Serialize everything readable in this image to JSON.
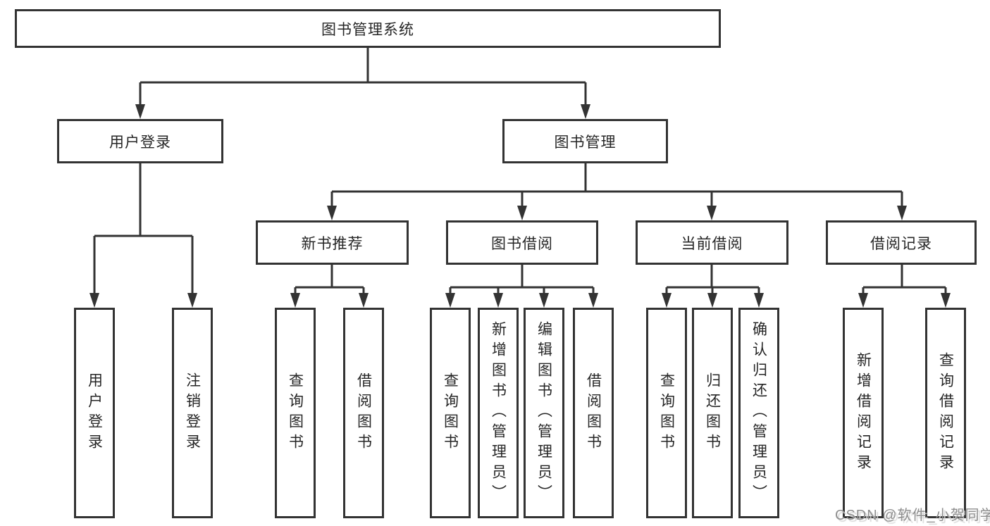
{
  "diagram": {
    "root": {
      "label": "图书管理系统"
    },
    "level2": {
      "user_login": {
        "label": "用户登录"
      },
      "book_management": {
        "label": "图书管理"
      }
    },
    "level3": {
      "new_books": {
        "label": "新书推荐"
      },
      "book_borrowing": {
        "label": "图书借阅"
      },
      "current_borrowing": {
        "label": "当前借阅"
      },
      "borrowing_records": {
        "label": "借阅记录"
      }
    },
    "leaves": {
      "user_login": [
        "用户登录",
        "注销登录"
      ],
      "new_books": [
        "查询图书",
        "借阅图书"
      ],
      "book_borrowing": [
        "查询图书",
        "新增图书（管理员）",
        "编辑图书（管理员）",
        "借阅图书"
      ],
      "current_borrowing": [
        "查询图书",
        "归还图书",
        "确认归还（管理员）"
      ],
      "borrowing_records": [
        "新增借阅记录",
        "查询借阅记录"
      ]
    },
    "colors": {
      "line": "#333333",
      "box_border": "#333333",
      "box_fill": "#ffffff",
      "text": "#262626"
    }
  },
  "watermark": {
    "text": "CSDN @软件_小贺同学"
  }
}
